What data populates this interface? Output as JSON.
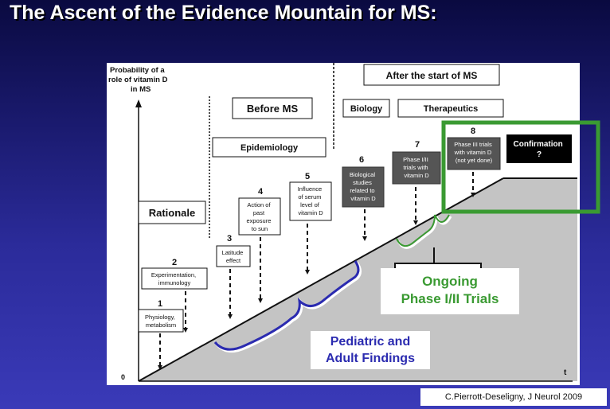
{
  "slide": {
    "title": "The Ascent of the Evidence Mountain for MS:"
  },
  "figure": {
    "y_axis_label": [
      "Probability of a",
      "role of vitamin D",
      "in MS"
    ],
    "x_axis_label": "t",
    "origin_label": "0",
    "phase_labels": {
      "after": "After the start of MS",
      "before": "Before MS",
      "epidemiology": "Epidemiology",
      "biology": "Biology",
      "therapeutics": "Therapeutics",
      "rationale": "Rationale"
    },
    "steps": [
      {
        "number": "1",
        "lines": [
          "Physiology,",
          "metabolism"
        ]
      },
      {
        "number": "2",
        "lines": [
          "Experimentation,",
          "immunology"
        ]
      },
      {
        "number": "3",
        "lines": [
          "Latitude",
          "effect"
        ]
      },
      {
        "number": "4",
        "lines": [
          "Action of",
          "past",
          "exposure",
          "to sun"
        ]
      },
      {
        "number": "5",
        "lines": [
          "Influence",
          "of serum",
          "level of",
          "vitamin D"
        ]
      },
      {
        "number": "6",
        "lines": [
          "Biological",
          "studies",
          "related to",
          "vitamin D"
        ]
      },
      {
        "number": "7",
        "lines": [
          "Phase I/II",
          "trials with",
          "vitamin D"
        ]
      },
      {
        "number": "8",
        "lines": [
          "Phase III trials",
          "with vitamin D",
          "(not yet done)"
        ]
      }
    ],
    "confirmation": [
      "Confirmation",
      "?"
    ]
  },
  "callouts": {
    "ongoing": [
      "Ongoing",
      "Phase I/II Trials"
    ],
    "pediatric": [
      "Pediatric and",
      "Adult Findings"
    ]
  },
  "credit": "C.Pierrott-Deseligny, J  Neurol 2009",
  "colors": {
    "background_top": "#0a0a40",
    "background_bottom": "#3a3ab8",
    "highlight_green": "#3a9a32",
    "brace_blue": "#2b2bb0",
    "mountain_gray": "#c4c4c4",
    "dark_box": "#555555"
  }
}
